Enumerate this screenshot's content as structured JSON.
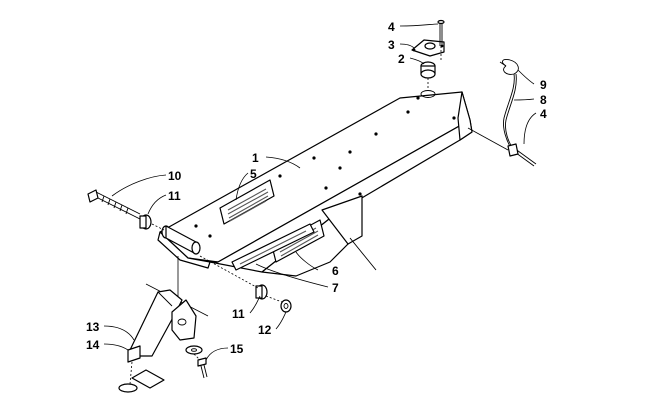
{
  "callouts": [
    {
      "label": "1"
    },
    {
      "label": "2"
    },
    {
      "label": "3"
    },
    {
      "label": "4"
    },
    {
      "label": "4"
    },
    {
      "label": "5"
    },
    {
      "label": "6"
    },
    {
      "label": "7"
    },
    {
      "label": "8"
    },
    {
      "label": "9"
    },
    {
      "label": "10"
    },
    {
      "label": "11"
    },
    {
      "label": "11"
    },
    {
      "label": "12"
    },
    {
      "label": "13"
    },
    {
      "label": "14"
    },
    {
      "label": "15"
    }
  ]
}
